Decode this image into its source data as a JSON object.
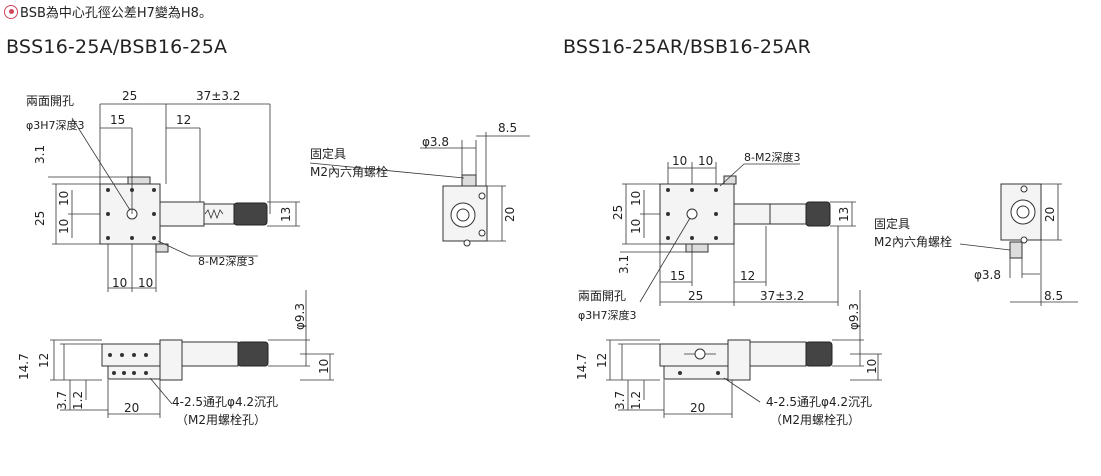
{
  "note": {
    "icon": "heart-bullet-icon",
    "text": "BSB為中心孔徑公差H7變為H8。",
    "icon_color": "#d1455e"
  },
  "left": {
    "model": "BSS16-25A/BSB16-25A",
    "labels": {
      "both_open_hole": "兩面開孔",
      "h7_depth": "φ3H7深度3",
      "m2_depth": "8-M2深度3",
      "fixing": "固定具",
      "hex_bolt": "M2內六角螺栓",
      "thru_hole": "4-2.5通孔φ4.2沉孔",
      "bolt_hole": "（M2用螺栓孔）"
    },
    "dims": {
      "d25_top": "25",
      "d37": "37±3.2",
      "d15": "15",
      "d12": "12",
      "d3_1": "3.1",
      "d10a": "10",
      "d10b": "10",
      "d25_side": "25",
      "d13": "13",
      "d10_bot1": "10",
      "d10_bot2": "10",
      "phi38": "φ3.8",
      "d8_5": "8.5",
      "d20": "20",
      "phi93": "φ9.3",
      "d14_7": "14.7",
      "d12_side": "12",
      "d10_side": "10",
      "d3_7": "3.7",
      "d1_2": "1.2",
      "d20_bot": "20"
    }
  },
  "right": {
    "model": "BSS16-25AR/BSB16-25AR",
    "labels": {
      "m2_depth": "8-M2深度3",
      "fixing": "固定具",
      "hex_bolt": "M2內六角螺栓",
      "both_open_hole": "兩面開孔",
      "h7_depth": "φ3H7深度3",
      "thru_hole": "4-2.5通孔φ4.2沉孔",
      "bolt_hole": "（M2用螺栓孔）"
    },
    "dims": {
      "d10a": "10",
      "d10b": "10",
      "d25_side": "25",
      "d10c": "10",
      "d10d": "10",
      "d13": "13",
      "d3_1": "3.1",
      "d15": "15",
      "d12": "12",
      "d25_bot": "25",
      "d37": "37±3.2",
      "d20": "20",
      "phi38": "φ3.8",
      "d8_5": "8.5",
      "phi93": "φ9.3",
      "d14_7": "14.7",
      "d12_side": "12",
      "d10_side": "10",
      "d3_7": "3.7",
      "d1_2": "1.2",
      "d20_bot": "20"
    }
  }
}
